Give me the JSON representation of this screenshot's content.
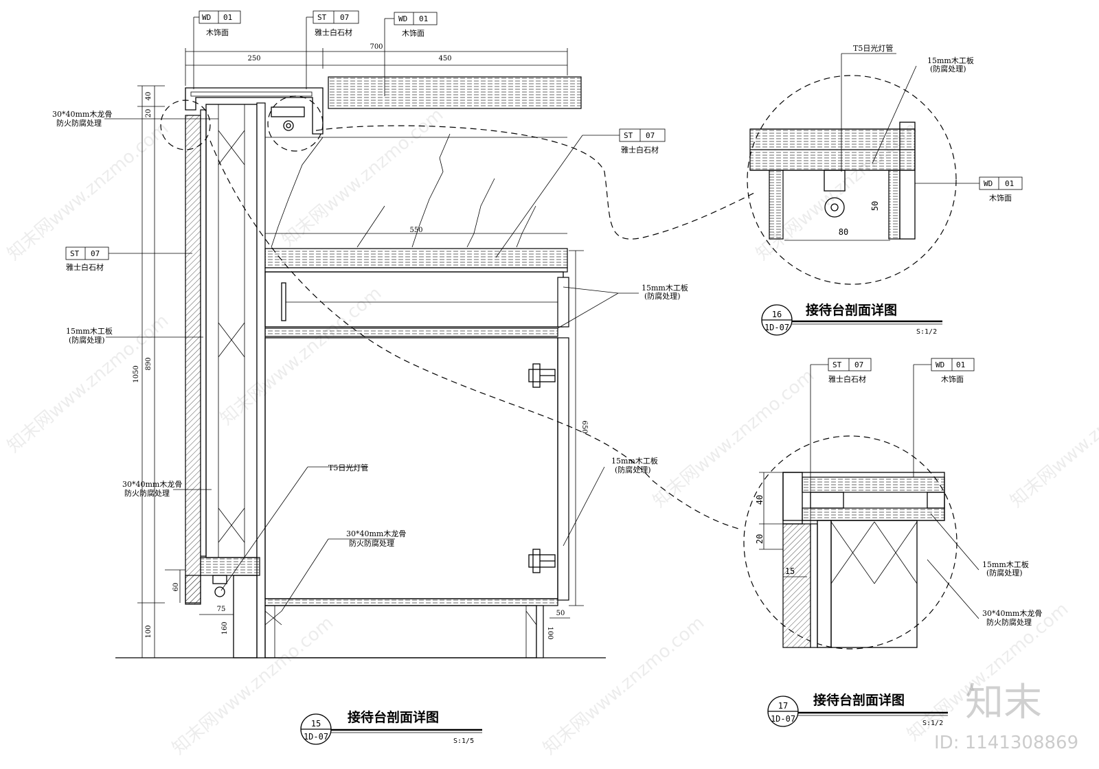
{
  "labels": {
    "wd01": "WD",
    "wd01_num": "01",
    "wd01_name": "木饰面",
    "st07": "ST",
    "st07_num": "07",
    "st07_name": "雅士白石材",
    "keel": "30*40mm木龙骨",
    "keel_note": "防火防腐处理",
    "board": "15mm木工板",
    "board_note": "(防腐处理)",
    "lamp": "T5日光灯管"
  },
  "dims_main": {
    "total_width": "700",
    "left_width": "250",
    "right_width": "450",
    "inner_width": "550",
    "top_40": "40",
    "top_20": "20",
    "height_1050": "1050",
    "height_890": "890",
    "height_650": "650",
    "h_60": "60",
    "h_100_left": "100",
    "w_75": "75",
    "w_160": "160",
    "h_100_right": "100",
    "w_50": "50"
  },
  "dims_16": {
    "h_50": "50",
    "w_80": "80"
  },
  "dims_17": {
    "h_40": "40",
    "h_20": "20",
    "w_15": "15"
  },
  "titles": {
    "main": {
      "text": "接待台剖面详图",
      "number": "15",
      "sheet": "1D-07",
      "scale": "S:1/5"
    },
    "detail16": {
      "text": "接待台剖面详图",
      "number": "16",
      "sheet": "1D-07",
      "scale": "S:1/2"
    },
    "detail17": {
      "text": "接待台剖面详图",
      "number": "17",
      "sheet": "1D-07",
      "scale": "S:1/2"
    }
  },
  "watermark": {
    "repeat_text": "知末网www.znzmo.com",
    "brand": "知末",
    "id": "ID: 1141308869"
  }
}
